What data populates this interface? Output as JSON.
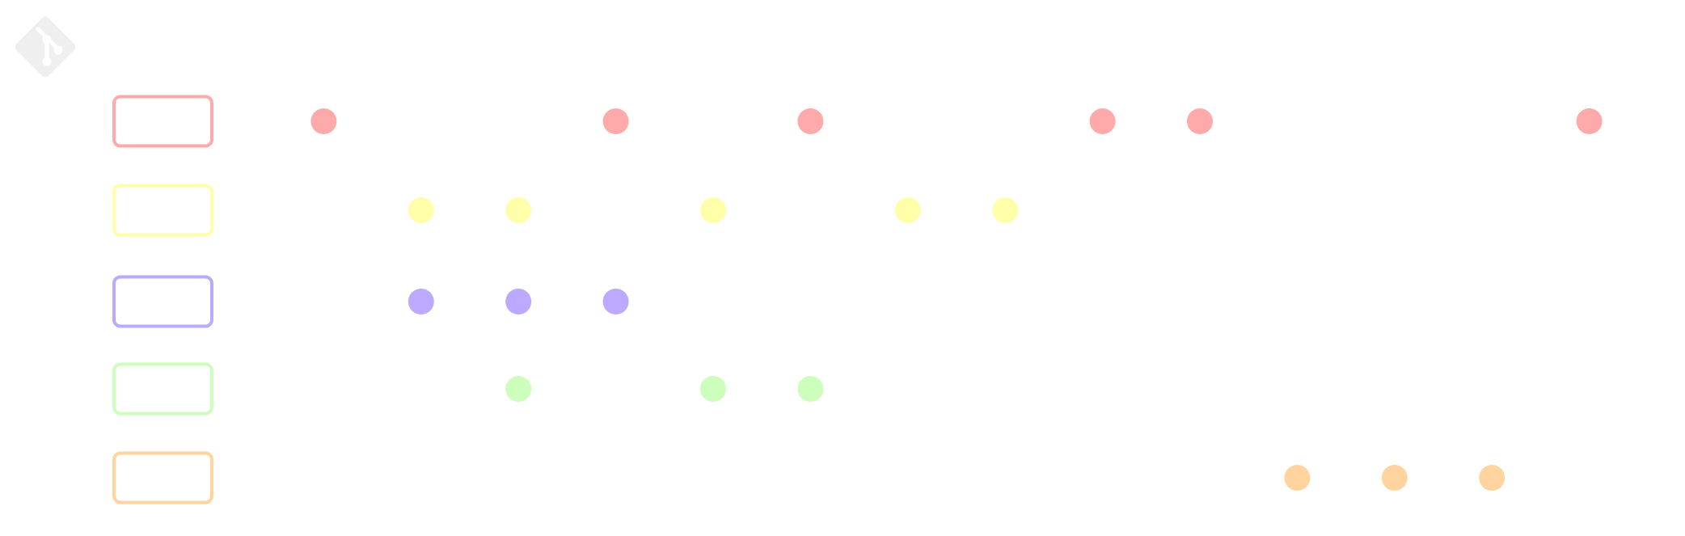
{
  "logo": {
    "icon": "git-logo-icon",
    "color": "#efefef"
  },
  "branches": [
    {
      "id": "red",
      "color": "#ffaaaa",
      "commits": [
        1,
        4,
        6,
        9,
        10,
        14
      ]
    },
    {
      "id": "yellow",
      "color": "#ffffaa",
      "commits": [
        2,
        3,
        5,
        7,
        8
      ]
    },
    {
      "id": "purple",
      "color": "#bbaaff",
      "commits": [
        2,
        3,
        4
      ]
    },
    {
      "id": "green",
      "color": "#ccffbb",
      "commits": [
        3,
        5,
        6
      ]
    },
    {
      "id": "orange",
      "color": "#ffd49f",
      "commits": [
        11,
        12,
        13
      ]
    }
  ]
}
